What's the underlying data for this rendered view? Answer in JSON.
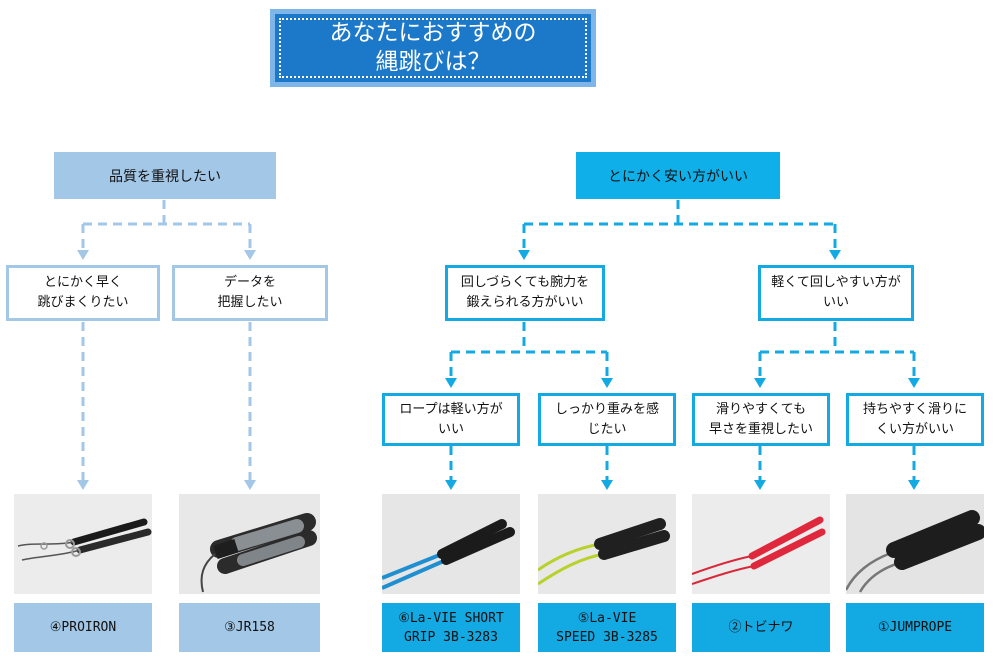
{
  "title": "あなたにおすすめの\n縄跳びは？",
  "categories": {
    "quality": "品質を重視したい",
    "cheap": "とにかく安い方がいい"
  },
  "questions": {
    "jump_fast": "とにかく早く\n跳びまくりたい",
    "data": "データを\n把握したい",
    "hard_arm": "回しづらくても腕力を\n鍛えられる方がいい",
    "light": "軽くて回しやすい方が\nいい",
    "light_rope": "ロープは軽い方が\nいい",
    "heavy": "しっかり重みを感\nじたい",
    "slippery_fast": "滑りやすくても\n早さを重視したい",
    "grip": "持ちやすく滑りに\nくい方がいい"
  },
  "products": [
    "④PROIRON",
    "③JR158",
    "⑥La-VIE SHORT\nGRIP 3B-3283",
    "⑤La-VIE\nSPEED 3B-3285",
    "②トビナワ",
    "①JUMPROPE"
  ],
  "colors": {
    "title_bg": "#1c78c8",
    "quality_accent": "#a3c7e6",
    "cheap_accent": "#13a9e3",
    "photo_bg": "#eeeeee"
  }
}
